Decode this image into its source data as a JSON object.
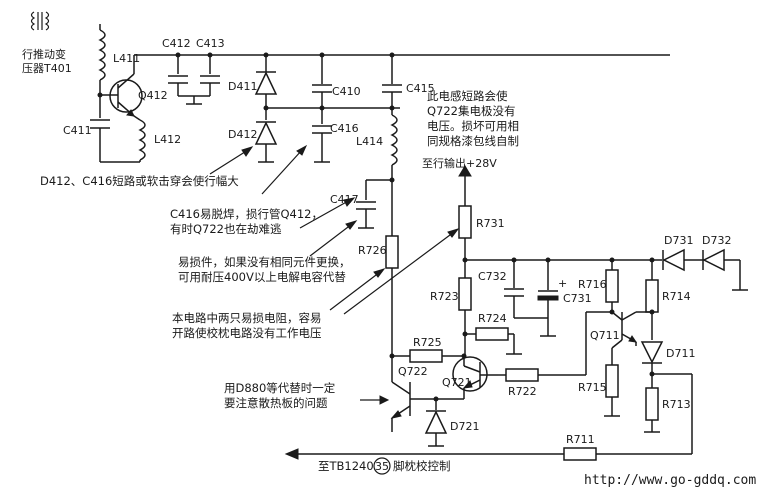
{
  "labels": {
    "t401": "行推动变",
    "t401b": "压器T401",
    "l411": "L411",
    "c412": "C412",
    "c413": "C413",
    "q412": "Q412",
    "c411": "C411",
    "l412": "L412",
    "d411": "D411",
    "d412": "D412",
    "c410": "C410",
    "c416": "C416",
    "c415": "C415",
    "l414": "L414",
    "c417": "C417",
    "r726": "R726",
    "r731": "R731",
    "r723": "R723",
    "c732": "C732",
    "c731": "C731",
    "r724": "R724",
    "r725": "R725",
    "q722": "Q722",
    "q721": "Q721",
    "r722": "R722",
    "d721": "D721",
    "r711": "R711",
    "r716": "R716",
    "r714": "R714",
    "q711": "Q711",
    "d711": "D711",
    "r715": "R715",
    "r713": "R713",
    "d731": "D731",
    "d732": "D732",
    "plus": "+",
    "out28": "至行输出+28V",
    "tb_pre": "至TB1240",
    "tb_pin": "35",
    "tb_post": "脚枕校控制",
    "website": "http://www.go-gddq.com"
  },
  "notes": {
    "l414_1": "此电感短路会使",
    "l414_2": "Q722集电极没有",
    "l414_3": "电压。损坏可用相",
    "l414_4": "同规格漆包线自制",
    "d412_c416": "D412、C416短路或软击穿会使行幅大",
    "c416_1": "C416易脱焊，损行管Q412，",
    "c416_2": "有时Q722也在劫难逃",
    "easy_1": "易损件，如果没有相同元件更换，",
    "easy_2": "可用耐压400V以上电解电容代替",
    "res_1": "本电路中两只易损电阻，容易",
    "res_2": "开路使校枕电路没有工作电压",
    "d880_1": "用D880等代替时一定",
    "d880_2": "要注意散热板的问题"
  },
  "colors": {
    "ink": "#1a1a1a",
    "background": "#ffffff"
  }
}
